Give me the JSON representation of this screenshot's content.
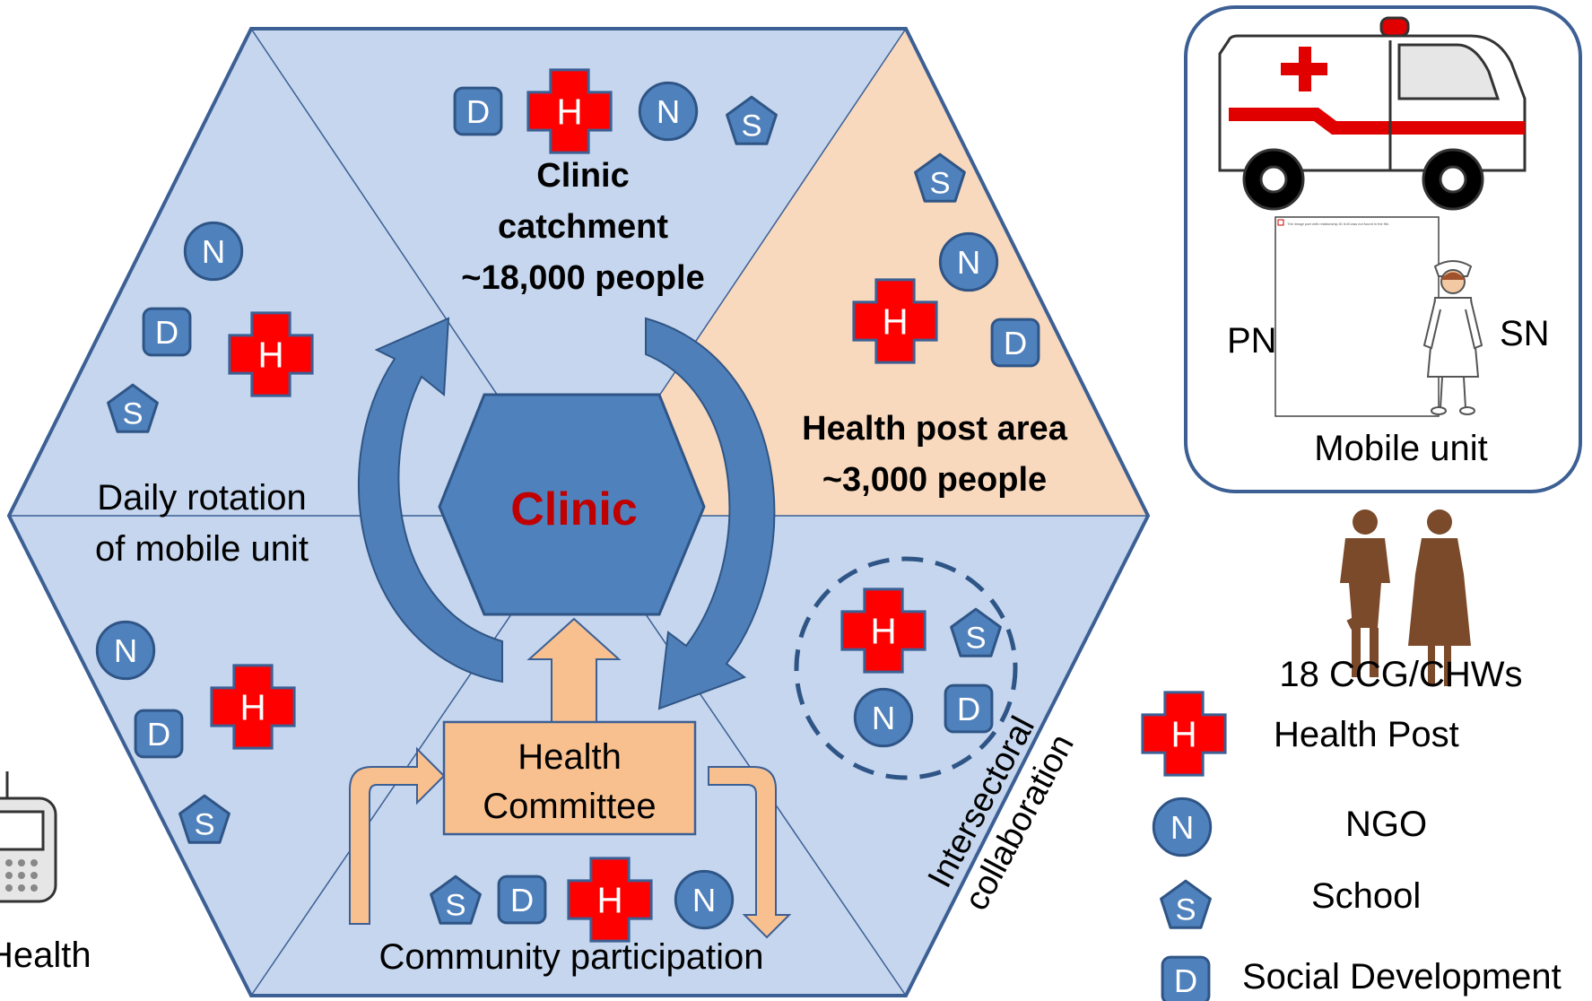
{
  "center": {
    "label": "Clinic"
  },
  "regions": {
    "clinic_catchment": [
      "Clinic",
      "catchment",
      "~18,000 people"
    ],
    "health_post_area": [
      "Health post area",
      "~3,000 people"
    ],
    "mobile_rotation": [
      "Daily rotation",
      "of mobile unit"
    ],
    "intersectoral": [
      "Intersectoral",
      "collaboration"
    ],
    "community": "Community participation"
  },
  "health_committee": [
    "Health",
    "Committee"
  ],
  "mobile_unit": {
    "title": "Mobile unit",
    "left_label": "PN",
    "right_label": "SN",
    "placeholder_text": "The image part with relationship ID rId3 was not found in the file."
  },
  "chws": {
    "label": "18 CCG/CHWs"
  },
  "partial_label": "Health",
  "legend": {
    "health_post": "Health Post",
    "ngo": "NGO",
    "school": "School",
    "social_dev": "Social Development"
  },
  "icon_letters": {
    "health_post": "H",
    "ngo": "N",
    "school": "S",
    "social_dev": "D"
  },
  "colors": {
    "hex_fill": "#c5d6ee",
    "hex_stroke": "#3c5f94",
    "health_post_area": "#f9d9bd",
    "center": "#4f81bd",
    "center_text": "#c00000",
    "arrow": "#4f7fb8",
    "committee": "#f9c08f",
    "icon_blue": "#4f81bd",
    "icon_red": "#ff0000"
  }
}
